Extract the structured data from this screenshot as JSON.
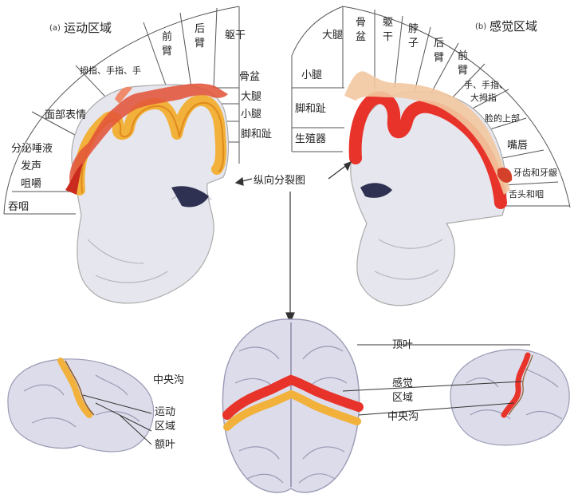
{
  "motor_panel": {
    "tag": "(a)",
    "title": "运动区域",
    "labels": {
      "swallow": "吞咽",
      "secrete": "分泌唾液",
      "vocal": "发声",
      "chew": "咀嚼",
      "face": "面部表情",
      "fingers": "拇指、手指、手",
      "forearm_1": "前",
      "forearm_2": "臂",
      "upperarm_1": "后",
      "upperarm_2": "臂",
      "trunk": "躯干",
      "pelvis": "骨盆",
      "thigh": "大腿",
      "shank": "小腿",
      "foot": "脚和趾"
    }
  },
  "sensory_panel": {
    "tag": "(b)",
    "title": "感觉区域",
    "labels": {
      "thigh": "大腿",
      "pelvis_1": "骨",
      "pelvis_2": "盆",
      "trunk_1": "躯",
      "trunk_2": "干",
      "neck_1": "脖",
      "neck_2": "子",
      "upperarm_1": "后",
      "upperarm_2": "臂",
      "forearm_1": "前",
      "forearm_2": "臂",
      "hand_1": "手、手指、",
      "hand_2": "大拇指",
      "face_upper": "脸的上部",
      "lips": "嘴唇",
      "teeth": "牙齿和牙龈",
      "tongue": "舌头和咽",
      "shank": "小腿",
      "foot": "脚和趾",
      "genital": "生殖器"
    }
  },
  "center_label": "纵向分裂图",
  "bottom": {
    "central_sulcus_left": "中央沟",
    "motor_area_1": "运动",
    "motor_area_2": "区域",
    "frontal_lobe": "额叶",
    "parietal_lobe": "顶叶",
    "sensory_area_1": "感觉",
    "sensory_area_2": "区域",
    "central_sulcus_right": "中央沟"
  },
  "colors": {
    "motor_cortex": "#f2b13a",
    "sensory_cortex": "#e8332a",
    "homunculus": "#e2553a",
    "brain": "#dcdcea",
    "gyrus_line": "#9a9ab5"
  }
}
